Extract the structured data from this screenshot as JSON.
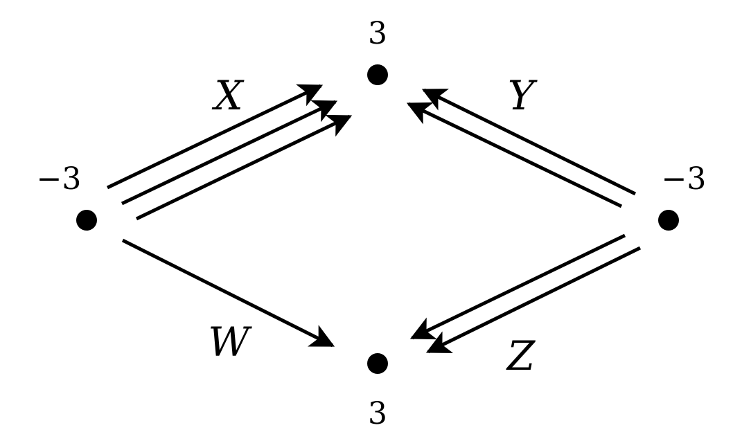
{
  "nodes": {
    "left": {
      "label": "−3"
    },
    "top": {
      "label": "3"
    },
    "right": {
      "label": "−3"
    },
    "bottom": {
      "label": "3"
    }
  },
  "edges": {
    "x": {
      "label": "X",
      "multiplicity": 3,
      "from": "left",
      "to": "top"
    },
    "y": {
      "label": "Y",
      "multiplicity": 2,
      "from": "right",
      "to": "top"
    },
    "w": {
      "label": "W",
      "multiplicity": 1,
      "from": "left",
      "to": "bottom"
    },
    "z": {
      "label": "Z",
      "multiplicity": 2,
      "from": "right",
      "to": "bottom"
    }
  },
  "colors": {
    "ink": "#000000",
    "background": "#ffffff"
  }
}
